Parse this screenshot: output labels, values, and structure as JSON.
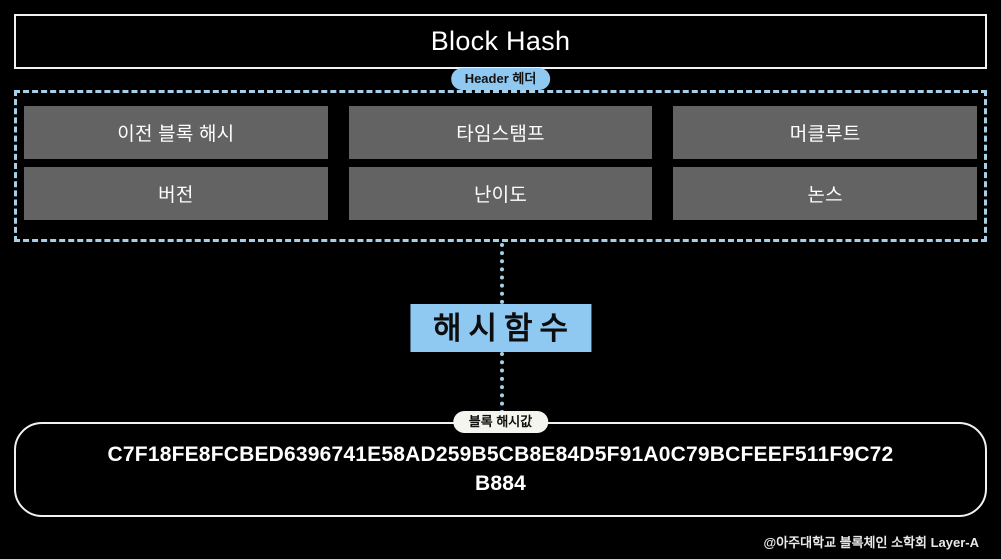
{
  "title": {
    "text": "Block Hash"
  },
  "header": {
    "badge_label": "Header 헤더",
    "fields": [
      {
        "label": "이전 블록 해시"
      },
      {
        "label": "타임스탬프"
      },
      {
        "label": "머클루트"
      },
      {
        "label": "버전"
      },
      {
        "label": "난이도"
      },
      {
        "label": "논스"
      }
    ]
  },
  "hash_function": {
    "label": "해시함수"
  },
  "hash_value": {
    "badge_label": "블록 해시값",
    "value": "C7F18FE8FCBED6396741E58AD259B5CB8E84D5F91A0C79BCFEEF511F9C72B884"
  },
  "footer": {
    "credit": "@아주대학교 블록체인 소학회 Layer-A"
  },
  "colors": {
    "background": "#000000",
    "accent_blue": "#8fc9f2",
    "dashed_border": "#a8cfe8",
    "field_grey": "#636363",
    "outline_white": "#f2f2f2",
    "badge_light": "#f5f5f0"
  }
}
